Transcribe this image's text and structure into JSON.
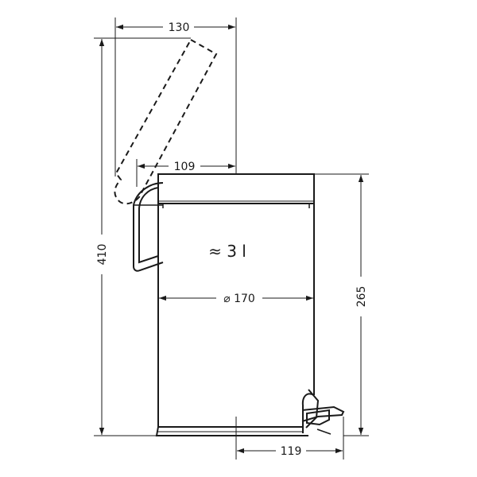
{
  "drawing": {
    "dimensions": {
      "lid_open_width": "130",
      "lid_hinge_offset": "109",
      "total_height": "410",
      "body_height": "265",
      "diameter": "⌀ 170",
      "pedal_depth": "119"
    },
    "volume_label": "≈ 3 l"
  }
}
